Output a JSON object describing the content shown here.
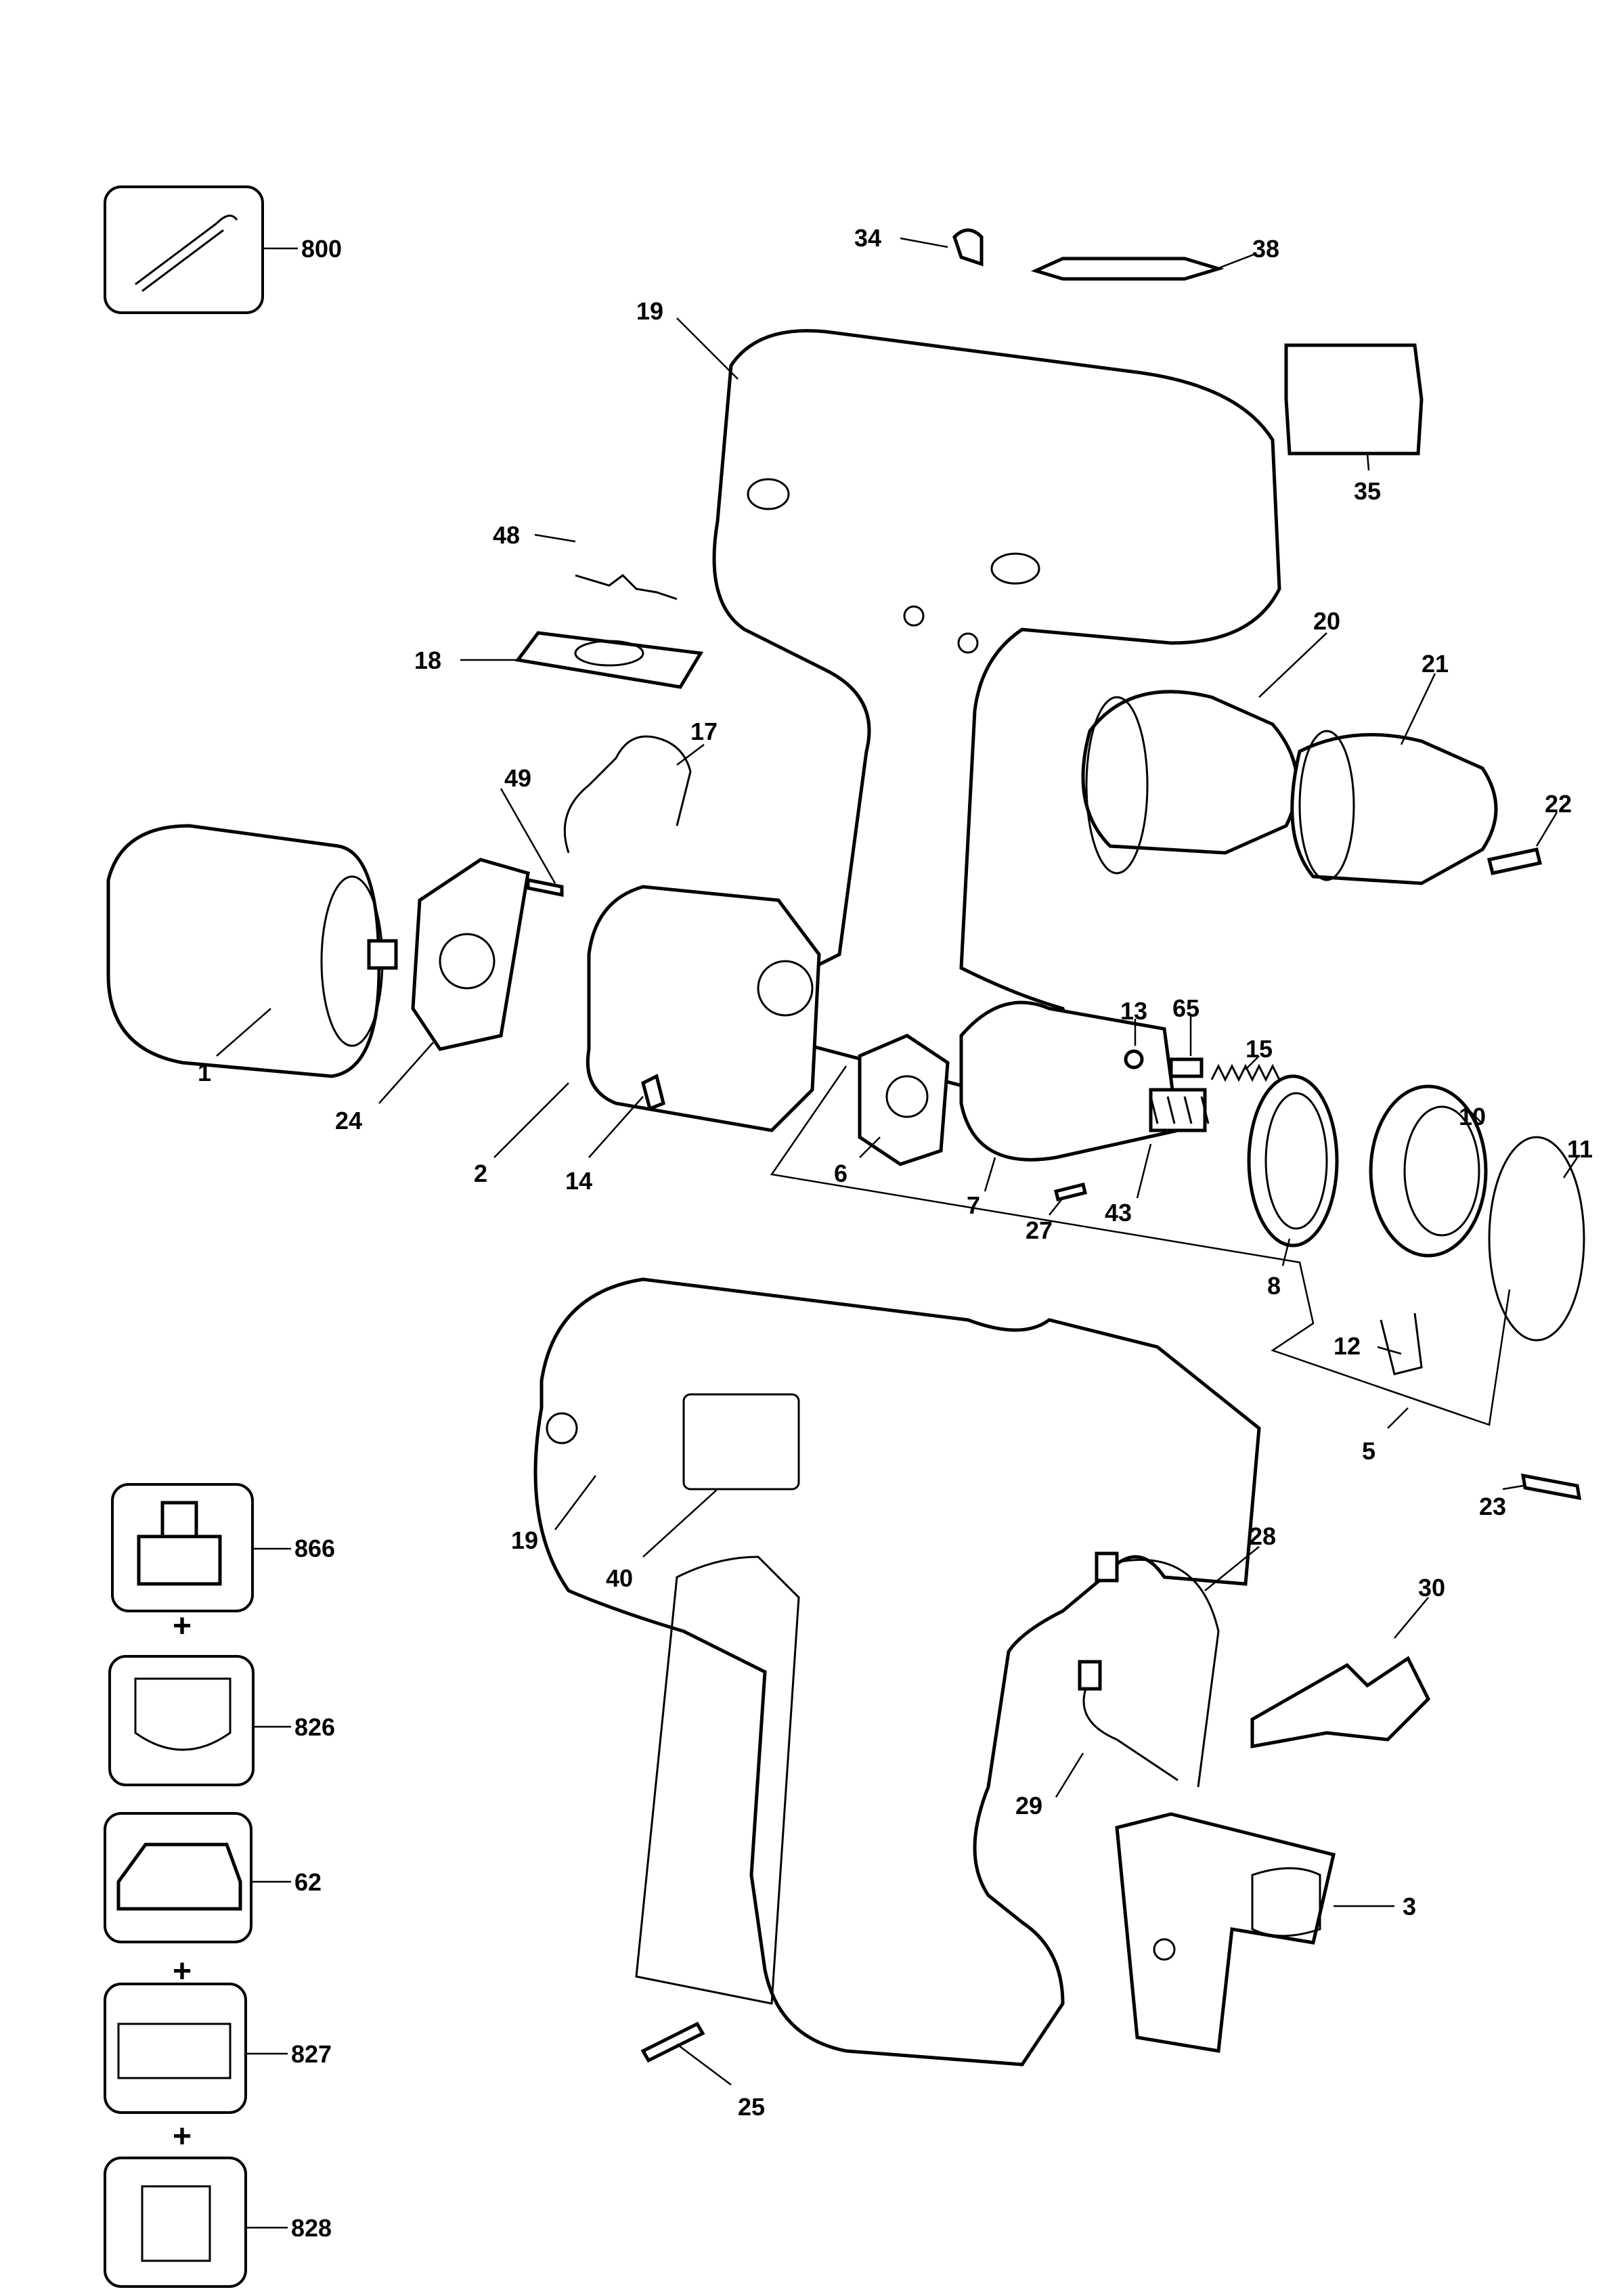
{
  "callouts": {
    "p800": "800",
    "p34": "34",
    "p38": "38",
    "p19a": "19",
    "p35": "35",
    "p48": "48",
    "p18": "18",
    "p20": "20",
    "p21": "21",
    "p17": "17",
    "p49": "49",
    "p22": "22",
    "p1": "1",
    "p24": "24",
    "p2": "2",
    "p14": "14",
    "p13": "13",
    "p65": "65",
    "p15": "15",
    "p6": "6",
    "p7": "7",
    "p27": "27",
    "p43": "43",
    "p8": "8",
    "p10": "10",
    "p11": "11",
    "p12": "12",
    "p5": "5",
    "p23": "23",
    "p19b": "19",
    "p40": "40",
    "p866": "866",
    "p28": "28",
    "p30": "30",
    "p826": "826",
    "p29": "29",
    "p62": "62",
    "p3": "3",
    "p827": "827",
    "p25": "25",
    "p828": "828"
  },
  "plus_sign": "+"
}
